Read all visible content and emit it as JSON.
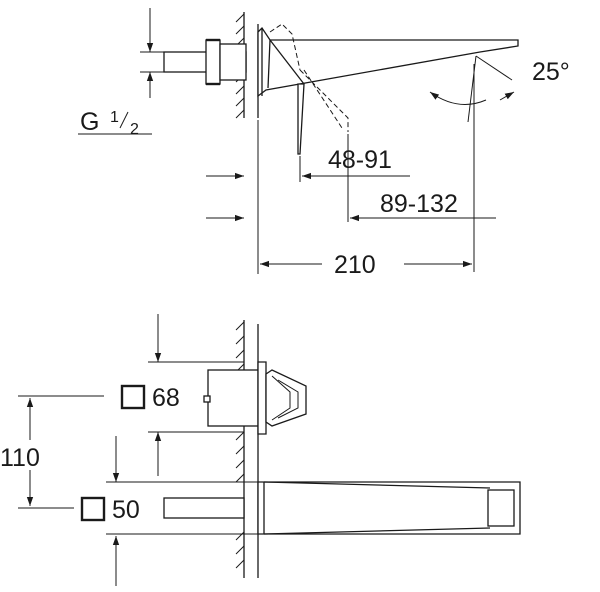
{
  "dimensions": {
    "thread_letter": "G",
    "thread_num": "1",
    "thread_den": "2",
    "outlet_range": "48-91",
    "projection_range": "89-132",
    "total_length": "210",
    "spout_angle": "25°",
    "height": "110",
    "rosette_size": "68",
    "spout_size": "50"
  }
}
